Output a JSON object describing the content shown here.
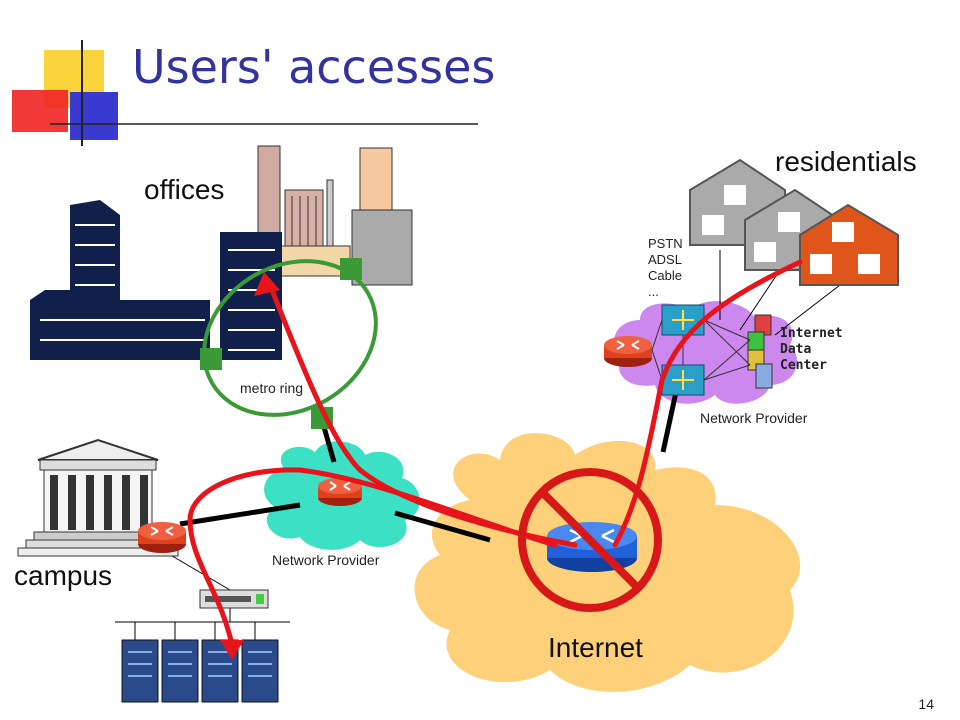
{
  "slide": {
    "title": "Users' accesses",
    "page_number": "14"
  },
  "labels": {
    "offices": "offices",
    "residentials": "residentials",
    "campus": "campus",
    "internet": "Internet",
    "metro_ring": "metro ring",
    "network_provider_left": "Network Provider",
    "network_provider_right": "Network Provider",
    "data_center": [
      "Internet",
      "Data",
      "Center"
    ],
    "access_technologies": [
      "PSTN",
      "ADSL",
      "Cable",
      "..."
    ]
  },
  "colors": {
    "title": "#3333a0",
    "path": "#e8141c",
    "metro_ring": "#3a9a35",
    "router": "#e0401c",
    "router_internet": "#2060d8",
    "internet_cloud": "#fdd079",
    "provider_cloud_left": "#3ce0c4",
    "provider_cloud_right": "#cc88ee",
    "no_sign": "#d81818",
    "house_orange": "#e0561a",
    "house_gray": "#aaaaaa"
  },
  "icons": [
    "office-buildings-icon",
    "campus-building-icon",
    "houses-icon",
    "router-icon",
    "switch-icon",
    "server-rack-icon",
    "no-entry-icon",
    "cloud-icon"
  ]
}
